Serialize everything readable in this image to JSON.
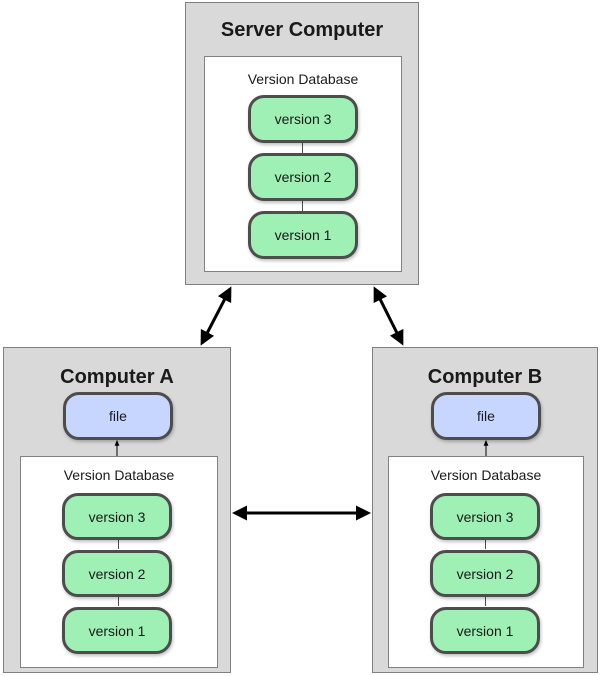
{
  "server": {
    "title": "Server Computer",
    "db_label": "Version Database",
    "versions": [
      "version 3",
      "version 2",
      "version 1"
    ]
  },
  "computer_a": {
    "title": "Computer A",
    "file_label": "file",
    "db_label": "Version Database",
    "versions": [
      "version 3",
      "version 2",
      "version 1"
    ]
  },
  "computer_b": {
    "title": "Computer B",
    "file_label": "file",
    "db_label": "Version Database",
    "versions": [
      "version 3",
      "version 2",
      "version 1"
    ]
  },
  "colors": {
    "computer_bg": "#d9d9d9",
    "version_fill": "#9ef0b4",
    "file_fill": "#c6d6ff",
    "arrow": "#000000"
  }
}
